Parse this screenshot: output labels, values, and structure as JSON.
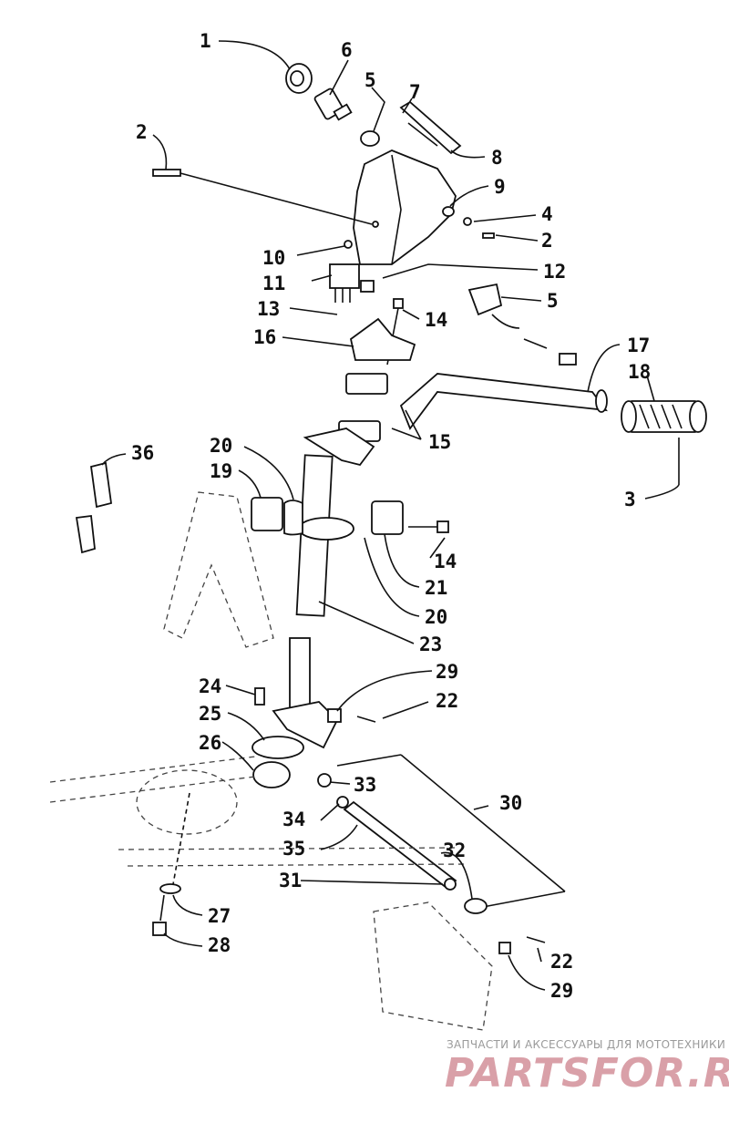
{
  "callouts": [
    {
      "id": "c1",
      "text": "1"
    },
    {
      "id": "c2a",
      "text": "2"
    },
    {
      "id": "c6",
      "text": "6"
    },
    {
      "id": "c5a",
      "text": "5"
    },
    {
      "id": "c7",
      "text": "7"
    },
    {
      "id": "c8",
      "text": "8"
    },
    {
      "id": "c9",
      "text": "9"
    },
    {
      "id": "c4",
      "text": "4"
    },
    {
      "id": "c2b",
      "text": "2"
    },
    {
      "id": "c10",
      "text": "10"
    },
    {
      "id": "c11",
      "text": "11"
    },
    {
      "id": "c12",
      "text": "12"
    },
    {
      "id": "c5b",
      "text": "5"
    },
    {
      "id": "c13",
      "text": "13"
    },
    {
      "id": "c14a",
      "text": "14"
    },
    {
      "id": "c16",
      "text": "16"
    },
    {
      "id": "c17",
      "text": "17"
    },
    {
      "id": "c18",
      "text": "18"
    },
    {
      "id": "c15",
      "text": "15"
    },
    {
      "id": "c36",
      "text": "36"
    },
    {
      "id": "c20a",
      "text": "20"
    },
    {
      "id": "c19",
      "text": "19"
    },
    {
      "id": "c3",
      "text": "3"
    },
    {
      "id": "c14b",
      "text": "14"
    },
    {
      "id": "c21",
      "text": "21"
    },
    {
      "id": "c20b",
      "text": "20"
    },
    {
      "id": "c23",
      "text": "23"
    },
    {
      "id": "c24",
      "text": "24"
    },
    {
      "id": "c29a",
      "text": "29"
    },
    {
      "id": "c22a",
      "text": "22"
    },
    {
      "id": "c25",
      "text": "25"
    },
    {
      "id": "c26",
      "text": "26"
    },
    {
      "id": "c33",
      "text": "33"
    },
    {
      "id": "c30",
      "text": "30"
    },
    {
      "id": "c34",
      "text": "34"
    },
    {
      "id": "c35",
      "text": "35"
    },
    {
      "id": "c32",
      "text": "32"
    },
    {
      "id": "c31",
      "text": "31"
    },
    {
      "id": "c27",
      "text": "27"
    },
    {
      "id": "c28",
      "text": "28"
    },
    {
      "id": "c22b",
      "text": "22"
    },
    {
      "id": "c29b",
      "text": "29"
    }
  ],
  "watermark": {
    "tagline": "ЗАПЧАСТИ И АКСЕССУАРЫ ДЛЯ МОТОТЕХНИКИ",
    "logo": "PARTSFOR.RU"
  }
}
